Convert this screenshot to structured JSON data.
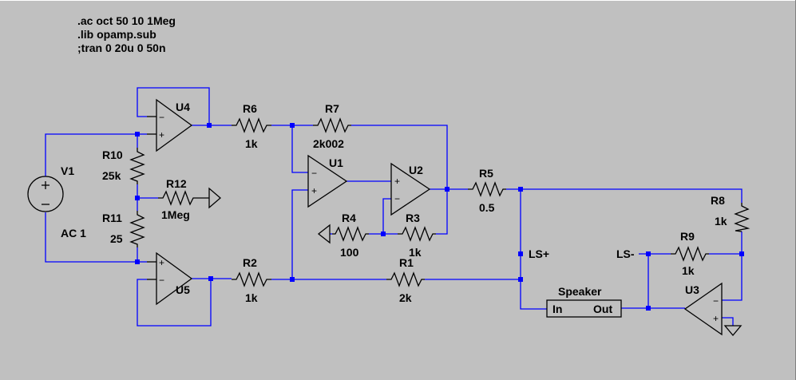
{
  "directives": [
    ".ac oct 50 10 1Meg",
    ".lib opamp.sub",
    ";tran 0 20u 0 50n"
  ],
  "components": {
    "u4": {
      "ref": "U4"
    },
    "u5": {
      "ref": "U5"
    },
    "u1": {
      "ref": "U1"
    },
    "u2": {
      "ref": "U2"
    },
    "u3": {
      "ref": "U3"
    },
    "r1": {
      "ref": "R1",
      "value": "2k"
    },
    "r2": {
      "ref": "R2",
      "value": "1k"
    },
    "r3": {
      "ref": "R3",
      "value": "1k"
    },
    "r4": {
      "ref": "R4",
      "value": "100"
    },
    "r5": {
      "ref": "R5",
      "value": "0.5"
    },
    "r6": {
      "ref": "R6",
      "value": "1k"
    },
    "r7": {
      "ref": "R7",
      "value": "2k002"
    },
    "r8": {
      "ref": "R8",
      "value": "1k"
    },
    "r9": {
      "ref": "R9",
      "value": "1k"
    },
    "r10": {
      "ref": "R10",
      "value": "25k"
    },
    "r11": {
      "ref": "R11",
      "value": "25"
    },
    "r12": {
      "ref": "R12",
      "value": "1Meg"
    },
    "v1": {
      "ref": "V1",
      "value": "AC 1"
    }
  },
  "speaker": {
    "title": "Speaker",
    "in_pin": "In",
    "out_pin": "Out"
  },
  "net_labels": {
    "ls_plus": "LS+",
    "ls_minus": "LS-"
  },
  "opamp_pins": {
    "plus": "+",
    "minus": "−"
  },
  "colors": {
    "background": "#c0c0c0",
    "wire": "#0000ff",
    "component": "#000000"
  }
}
